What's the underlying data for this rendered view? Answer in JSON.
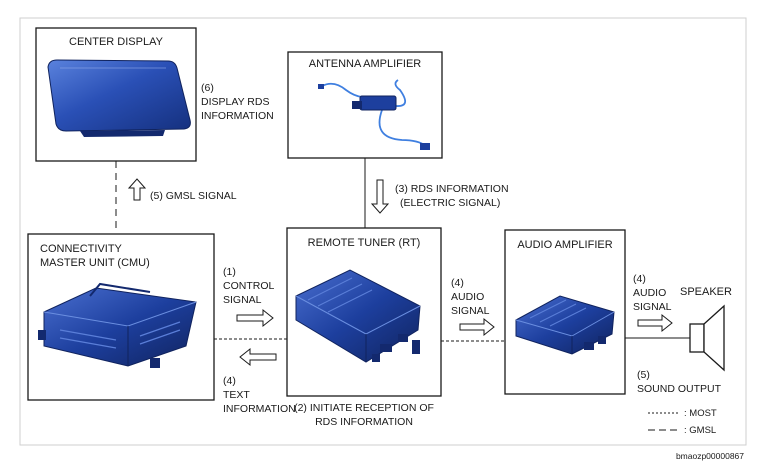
{
  "diagram": {
    "components": {
      "center_display": "CENTER DISPLAY",
      "antenna_amplifier": "ANTENNA AMPLIFIER",
      "cmu_line1": "CONNECTIVITY",
      "cmu_line2": "MASTER UNIT (CMU)",
      "remote_tuner": "REMOTE TUNER (RT)",
      "audio_amplifier": "AUDIO AMPLIFIER",
      "speaker": "SPEAKER"
    },
    "signals": {
      "s6_num": "(6)",
      "s6_line1": "DISPLAY RDS",
      "s6_line2": "INFORMATION",
      "s5_gmsl": "(5) GMSL SIGNAL",
      "s3_line1": "(3) RDS INFORMATION",
      "s3_line2": "(ELECTRIC SIGNAL)",
      "s1_num": "(1)",
      "s1_line1": "CONTROL",
      "s1_line2": "SIGNAL",
      "s4a_num": "(4)",
      "s4a_line1": "AUDIO",
      "s4a_line2": "SIGNAL",
      "s4b_num": "(4)",
      "s4b_line1": "AUDIO",
      "s4b_line2": "SIGNAL",
      "s4c_num": "(4)",
      "s4c_line1": "TEXT",
      "s4c_line2": "INFORMATION",
      "s2_line1": "(2) INITIATE RECEPTION OF",
      "s2_line2": "RDS INFORMATION",
      "s5_num": "(5)",
      "s5_line1": "SOUND OUTPUT"
    },
    "legend": {
      "most": ": MOST",
      "gmsl": ": GMSL"
    },
    "figure_id": "bmaozp00000867"
  },
  "colors": {
    "border": "#1a1a1a",
    "component_blue": "#1d3f9e",
    "component_dark": "#13296e",
    "cable_blue": "#3f7fe0"
  }
}
